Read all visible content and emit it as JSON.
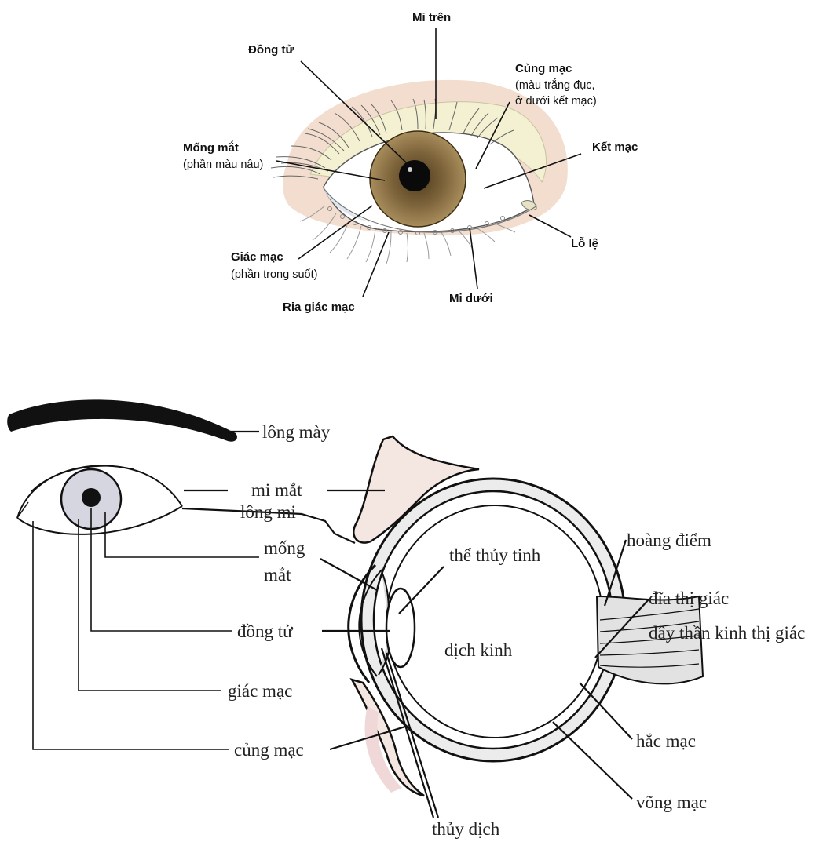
{
  "top_diagram": {
    "labels": {
      "mi_tren": "Mi trên",
      "dong_tu": "Đồng tử",
      "cung_mac": "Củng mạc",
      "cung_mac_note_1": "(màu trắng đục,",
      "cung_mac_note_2": "ở dưới kết mạc)",
      "mong_mat": "Mống mắt",
      "mong_mat_note": "(phần màu nâu)",
      "ket_mac": "Kết mạc",
      "giac_mac": "Giác mạc",
      "giac_mac_note": "(phần trong suốt)",
      "lo_le": "Lỗ lệ",
      "ria_giac_mac": "Ria giác mạc",
      "mi_duoi": "Mi dưới"
    },
    "colors": {
      "iris": "#8a6c3e",
      "skin": "#f1dccd",
      "lid": "#f3efcf",
      "pupil": "#0a0a0a"
    }
  },
  "bottom_diagram": {
    "labels": {
      "long_may": "lông mày",
      "mi_mat": "mi mắt",
      "long_mi": "lông mi",
      "mong_mat_1": "mống",
      "mong_mat_2": "mắt",
      "dong_tu": "đồng tử",
      "giac_mac": "giác mạc",
      "cung_mac": "củng mạc",
      "the_thuy_tinh": "thể thủy tinh",
      "dich_kinh": "dịch kinh",
      "hoang_diem": "hoàng điểm",
      "dia_thi_giac": "đĩa thị giác",
      "day_than_kinh": "dây thần kinh thị giác",
      "hac_mac": "hắc mạc",
      "vong_mac": "võng mạc",
      "thuy_dich": "thủy dịch"
    }
  }
}
